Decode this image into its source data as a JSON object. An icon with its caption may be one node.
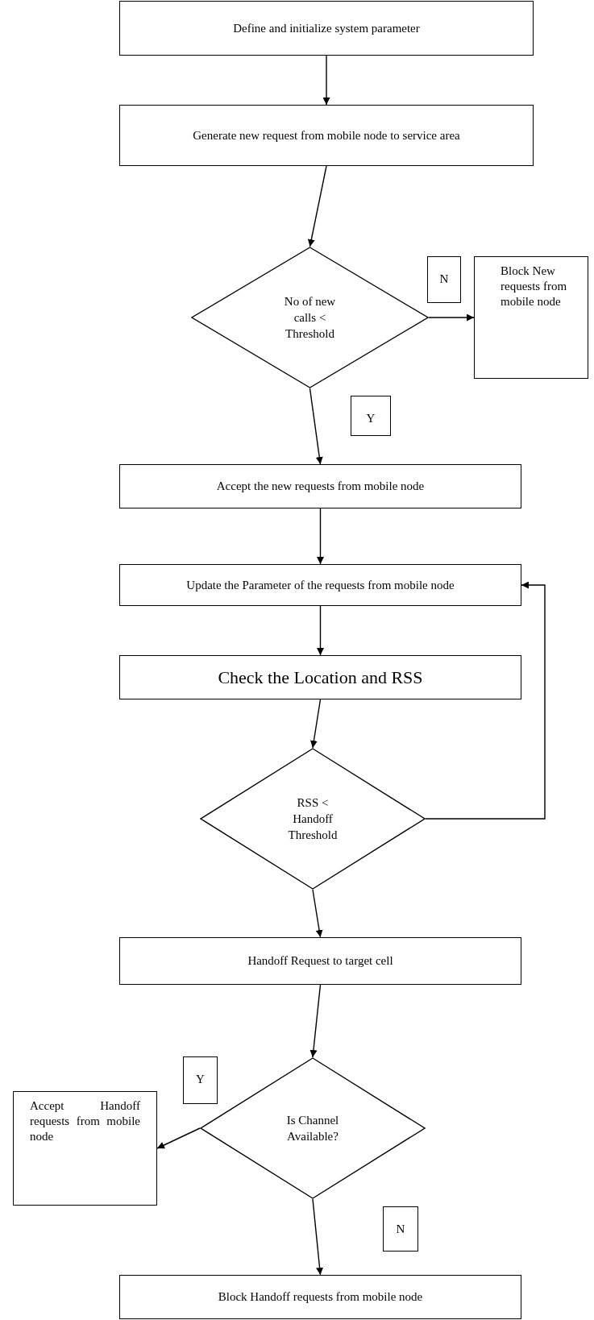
{
  "diagram": {
    "nodes": [
      {
        "text": [
          "Define and initialize system parameter"
        ]
      },
      {
        "text": [
          "Generate new request from mobile node to service area"
        ]
      },
      {
        "text": [
          "No of new calls < Threshold"
        ]
      },
      {
        "text": [
          "N"
        ]
      },
      {
        "text": [
          "Block New requests from mobile node"
        ]
      },
      {
        "text": [
          "Y"
        ]
      },
      {
        "text": [
          "Accept the new requests from mobile node"
        ]
      },
      {
        "text": [
          "Update the Parameter of the requests from mobile node"
        ]
      },
      {
        "text": [
          "Check the Location and RSS"
        ]
      },
      {
        "text": [
          "RSS < Handoff Threshold"
        ]
      },
      {
        "text": [
          "Handoff Request to target cell"
        ]
      },
      {
        "text": [
          "Y"
        ]
      },
      {
        "text": [
          "Is Channel Available?"
        ]
      },
      {
        "text": [
          "Accept Handoff requests from mobile node"
        ]
      },
      {
        "text": [
          "N"
        ]
      },
      {
        "text": [
          "Block Handoff requests from mobile node"
        ]
      }
    ],
    "edges": [
      {
        "from": 0,
        "to": 1,
        "arrow": "to"
      },
      {
        "from": 1,
        "to": 2,
        "arrow": "to"
      },
      {
        "from": 2,
        "to": 4,
        "arrow": "to"
      },
      {
        "from": 2,
        "to": 6,
        "arrow": "to"
      },
      {
        "from": 6,
        "to": 7,
        "arrow": "to"
      },
      {
        "from": 7,
        "to": 8,
        "arrow": "to"
      },
      {
        "from": 8,
        "to": 9,
        "arrow": "to"
      },
      {
        "from": 9,
        "to": 7,
        "arrow": "to"
      },
      {
        "from": 9,
        "to": 10,
        "arrow": "to"
      },
      {
        "from": 10,
        "to": 12,
        "arrow": "to"
      },
      {
        "from": 12,
        "to": 13,
        "arrow": "to"
      },
      {
        "from": 12,
        "to": 15,
        "arrow": "to"
      }
    ]
  }
}
